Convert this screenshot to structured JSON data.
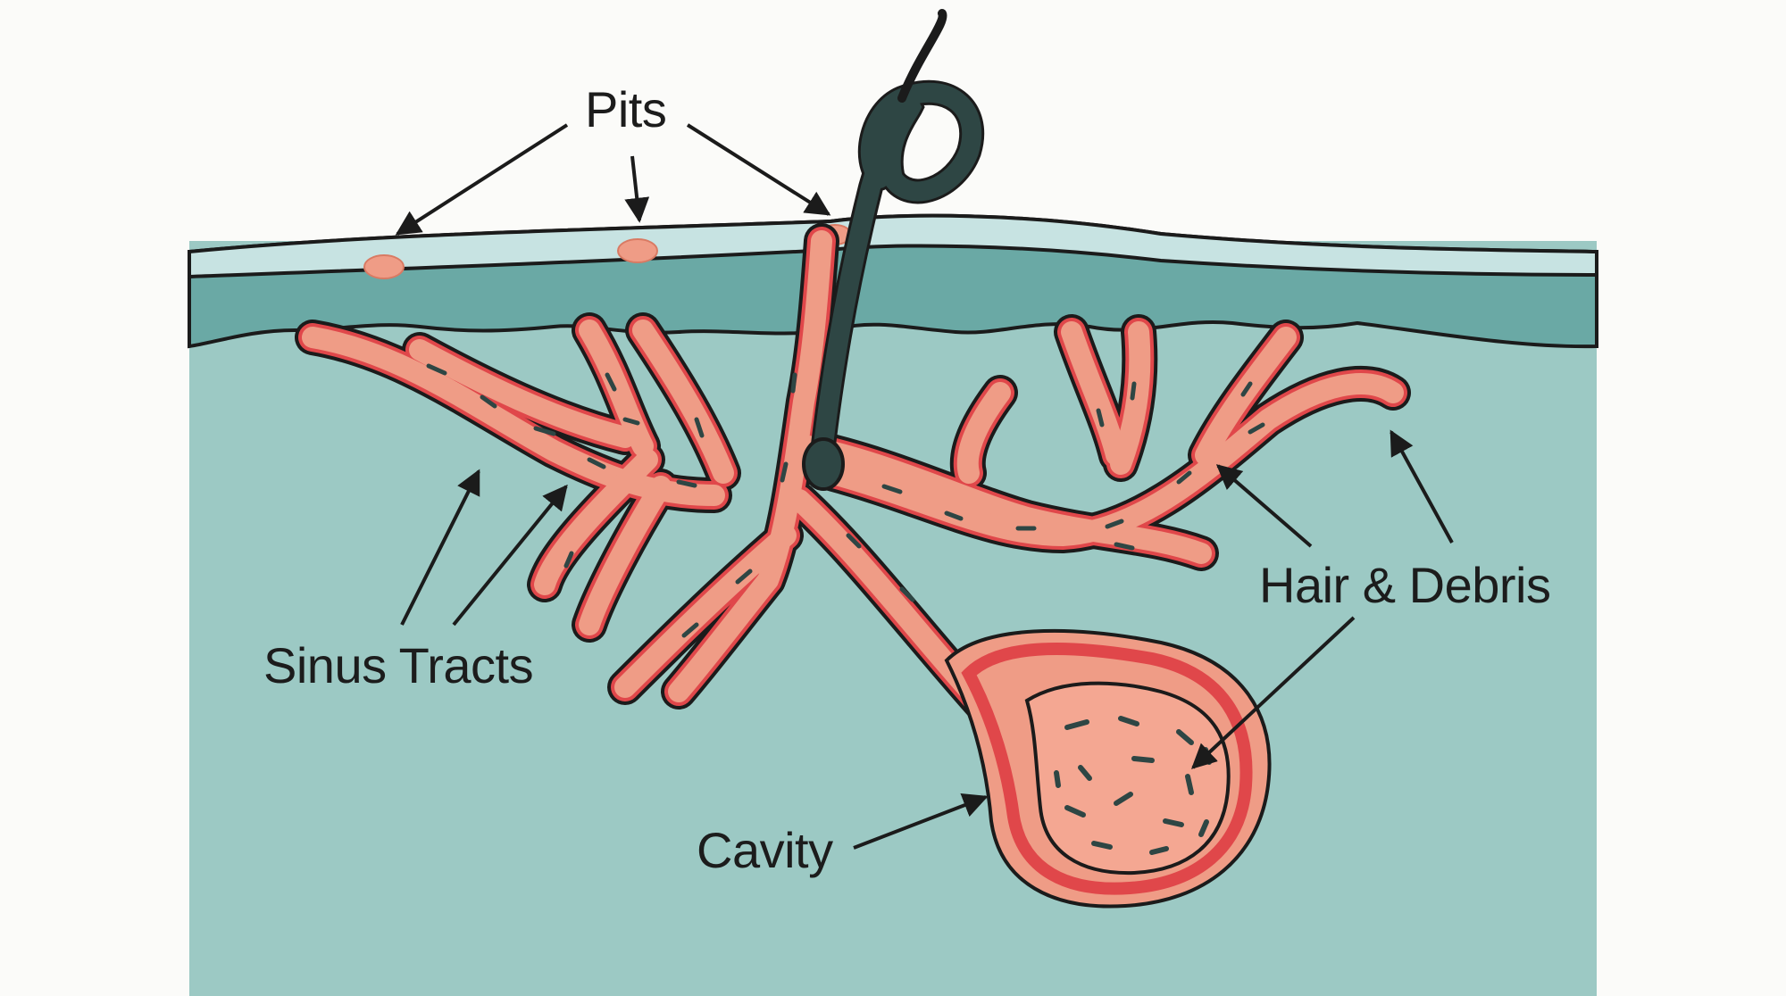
{
  "labels": {
    "pits": "Pits",
    "sinus_tracts": "Sinus Tracts",
    "hair_debris": "Hair & Debris",
    "cavity": "Cavity"
  },
  "colors": {
    "background": "#fbfbf9",
    "tissue": "#9cc9c4",
    "dermis": "#6aa9a5",
    "epidermis": "#c7e3e2",
    "tract": "#ef9c86",
    "inflamed": "#e0474a",
    "hair": "#2e4644",
    "outline": "#1b1b1b"
  }
}
